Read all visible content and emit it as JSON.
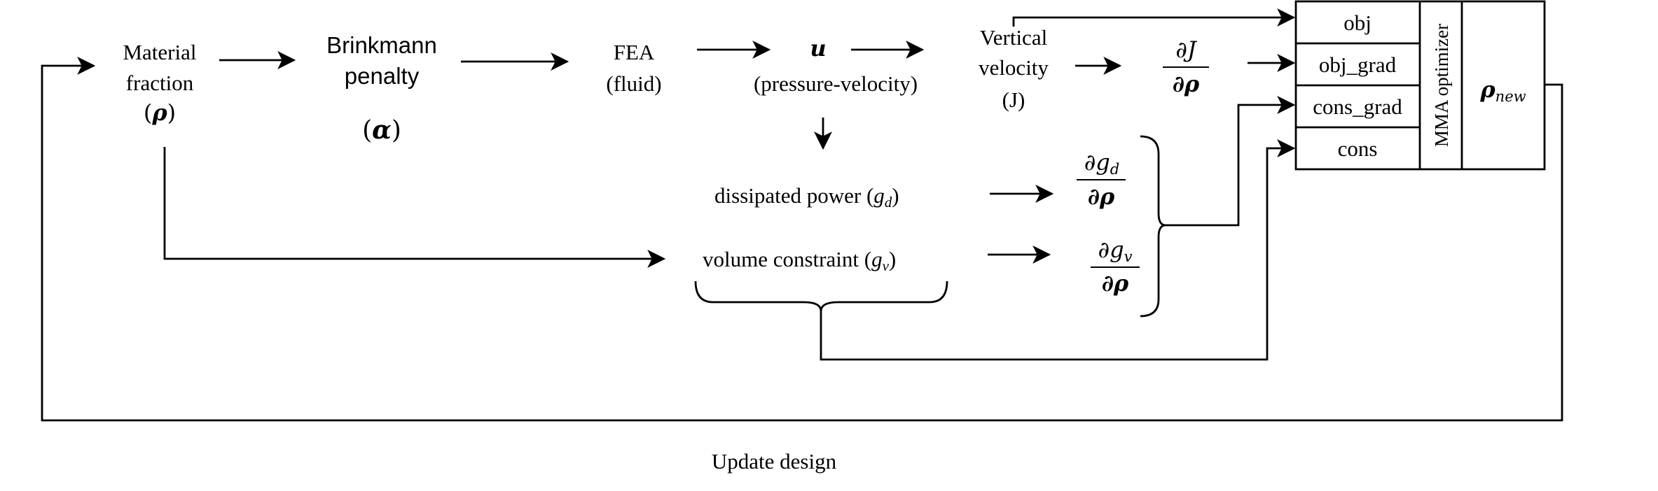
{
  "nodes": {
    "material_fraction": {
      "line1": "Material",
      "line2": "fraction",
      "symbol": "ρ"
    },
    "brinkmann": {
      "line1": "Brinkmann",
      "line2": "penalty",
      "symbol": "α"
    },
    "fea": {
      "line1": "FEA",
      "line2": "(fluid)"
    },
    "u_node": {
      "symbol": "u",
      "caption": "(pressure-velocity)"
    },
    "vertical_velocity": {
      "line1": "Vertical",
      "line2": "velocity",
      "line3": "(J)"
    },
    "dissipated_power": {
      "text": "dissipated power",
      "symbol": "g",
      "subscript": "d"
    },
    "volume_constraint": {
      "text": "volume constraint",
      "symbol": "g",
      "subscript": "v"
    },
    "dJ_drho": {
      "num": "∂J",
      "den": "∂ρ"
    },
    "dgd_drho": {
      "num": "∂g",
      "num_sub": "d",
      "den": "∂ρ"
    },
    "dgv_drho": {
      "num": "∂g",
      "num_sub": "v",
      "den": "∂ρ"
    }
  },
  "optimizer": {
    "inputs": [
      "obj",
      "obj_grad",
      "cons_grad",
      "cons"
    ],
    "label": "MMA optimizer",
    "output_symbol": "ρ",
    "output_sub": "new"
  },
  "feedback": {
    "label": "Update design"
  }
}
